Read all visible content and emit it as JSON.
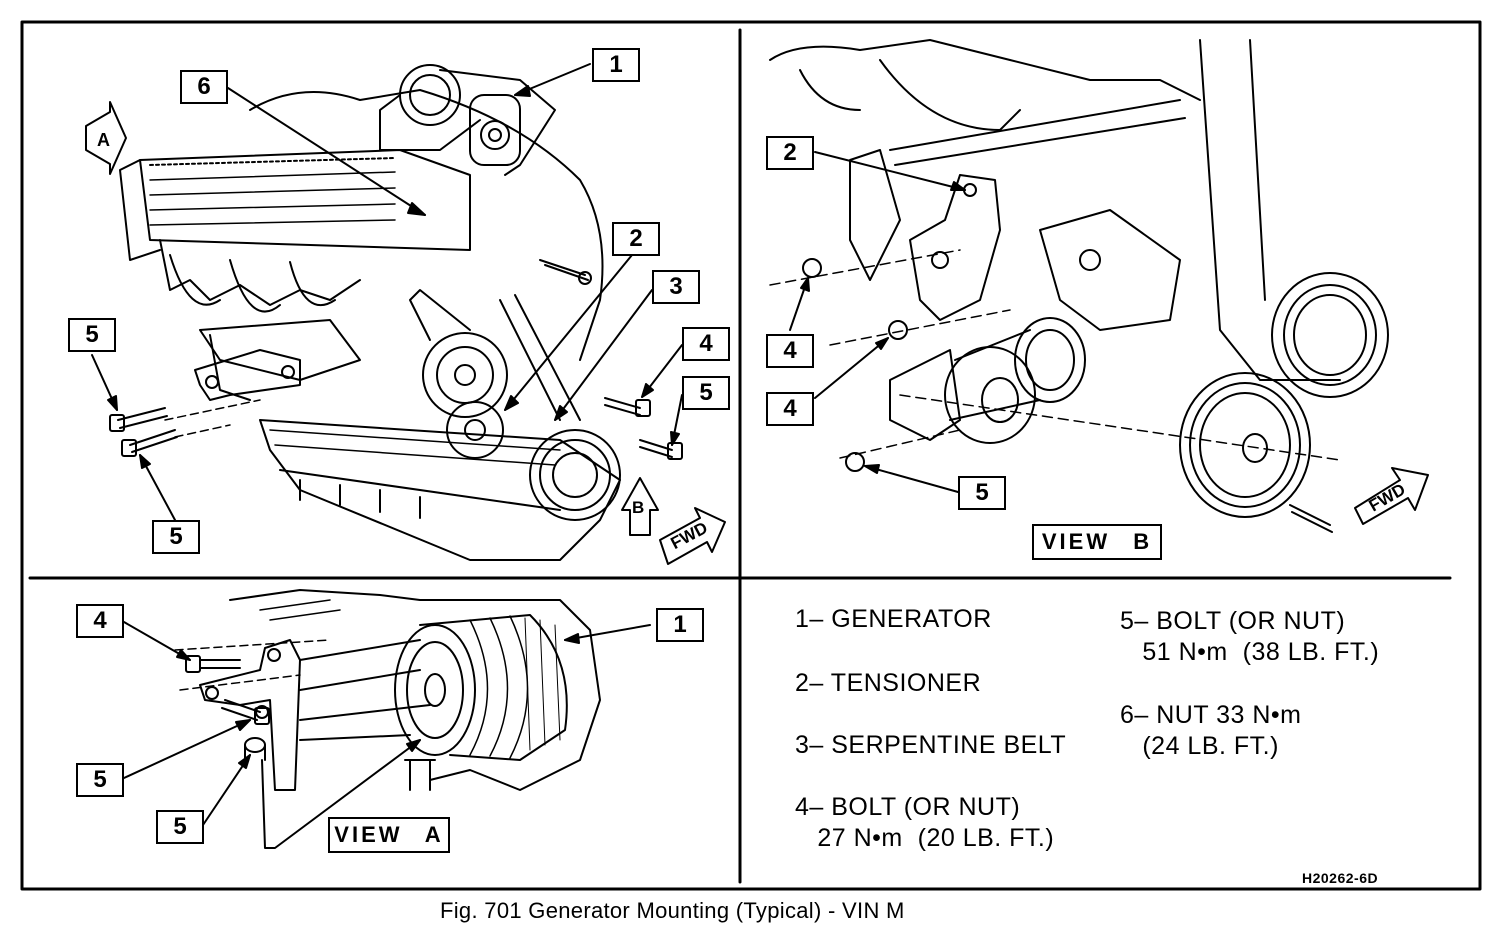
{
  "callouts": {
    "tl_1": "1",
    "tl_6": "6",
    "tl_2": "2",
    "tl_3": "3",
    "tl_4": "4",
    "tl_5a": "5",
    "tl_5b": "5",
    "tl_5c": "5",
    "tr_2": "2",
    "tr_4a": "4",
    "tr_4b": "4",
    "tr_5": "5",
    "bl_4": "4",
    "bl_1": "1",
    "bl_5a": "5",
    "bl_5b": "5"
  },
  "view_labels": {
    "view_a": "VIEW  A",
    "view_b": "VIEW  B"
  },
  "direction_labels": {
    "a": "A",
    "b": "B",
    "fwd": "FWD"
  },
  "legend": {
    "item1": "1– GENERATOR",
    "item2": "2– TENSIONER",
    "item3": "3– SERPENTINE BELT",
    "item4": "4– BOLT (OR NUT)\n   27 N•m  (20 LB. FT.)",
    "item5": "5– BOLT (OR NUT)\n   51 N•m  (38 LB. FT.)",
    "item6": "6– NUT 33 N•m\n   (24 LB. FT.)"
  },
  "ref_code": "H20262-6D",
  "caption": "Fig. 701 Generator Mounting (Typical) - VIN M"
}
